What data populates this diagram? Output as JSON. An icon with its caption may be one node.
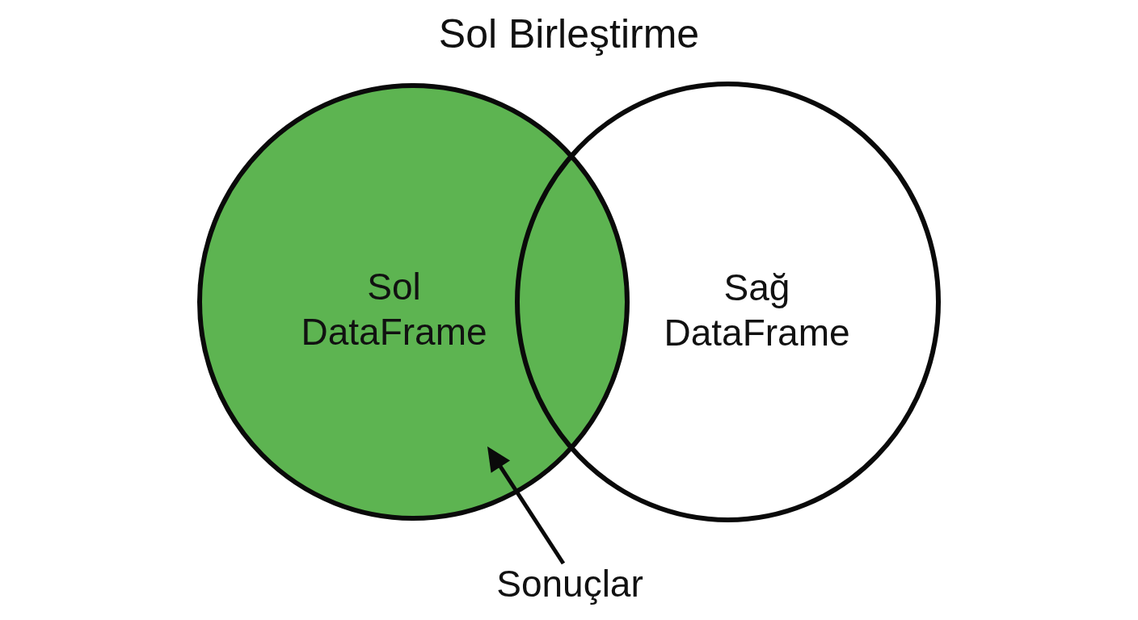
{
  "diagram": {
    "title": "Sol Birleştirme",
    "nodes": [
      {
        "text": [
          "Sol DataFrame"
        ]
      },
      {
        "text": [
          "Sağ DataFrame"
        ]
      },
      {
        "text": [
          "Sonuçlar"
        ]
      }
    ],
    "edges": [
      {
        "from": 2,
        "to": 0,
        "arrow": "to"
      }
    ]
  }
}
